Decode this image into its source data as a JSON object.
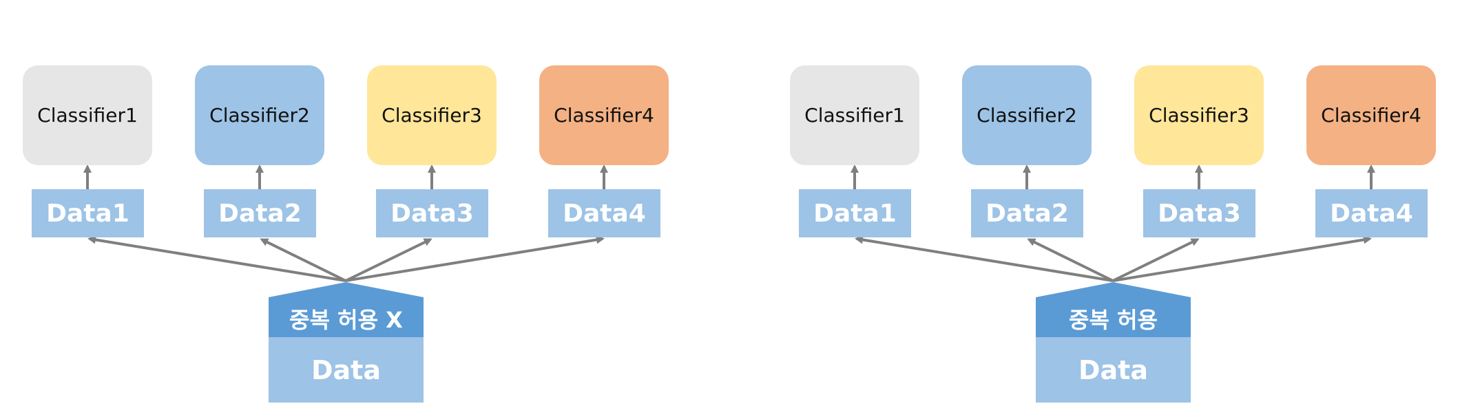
{
  "panels": [
    {
      "classifiers": [
        {
          "label": "Classifier1",
          "color": "#e6e6e6"
        },
        {
          "label": "Classifier2",
          "color": "#9dc3e6"
        },
        {
          "label": "Classifier3",
          "color": "#ffe699"
        },
        {
          "label": "Classifier4",
          "color": "#f4b183"
        }
      ],
      "subsets": [
        "Data1",
        "Data2",
        "Data3",
        "Data4"
      ],
      "source": {
        "label": "중복 허용 X",
        "data": "Data"
      }
    },
    {
      "classifiers": [
        {
          "label": "Classifier1",
          "color": "#e6e6e6"
        },
        {
          "label": "Classifier2",
          "color": "#9dc3e6"
        },
        {
          "label": "Classifier3",
          "color": "#ffe699"
        },
        {
          "label": "Classifier4",
          "color": "#f4b183"
        }
      ],
      "subsets": [
        "Data1",
        "Data2",
        "Data3",
        "Data4"
      ],
      "source": {
        "label": "중복 허용",
        "data": "Data"
      }
    }
  ],
  "colors": {
    "arrow": "#7f7f7f",
    "subset_fill": "#9dc3e6",
    "source_header": "#5b9bd5",
    "source_body": "#9dc3e6",
    "text_light": "#ffffff"
  }
}
